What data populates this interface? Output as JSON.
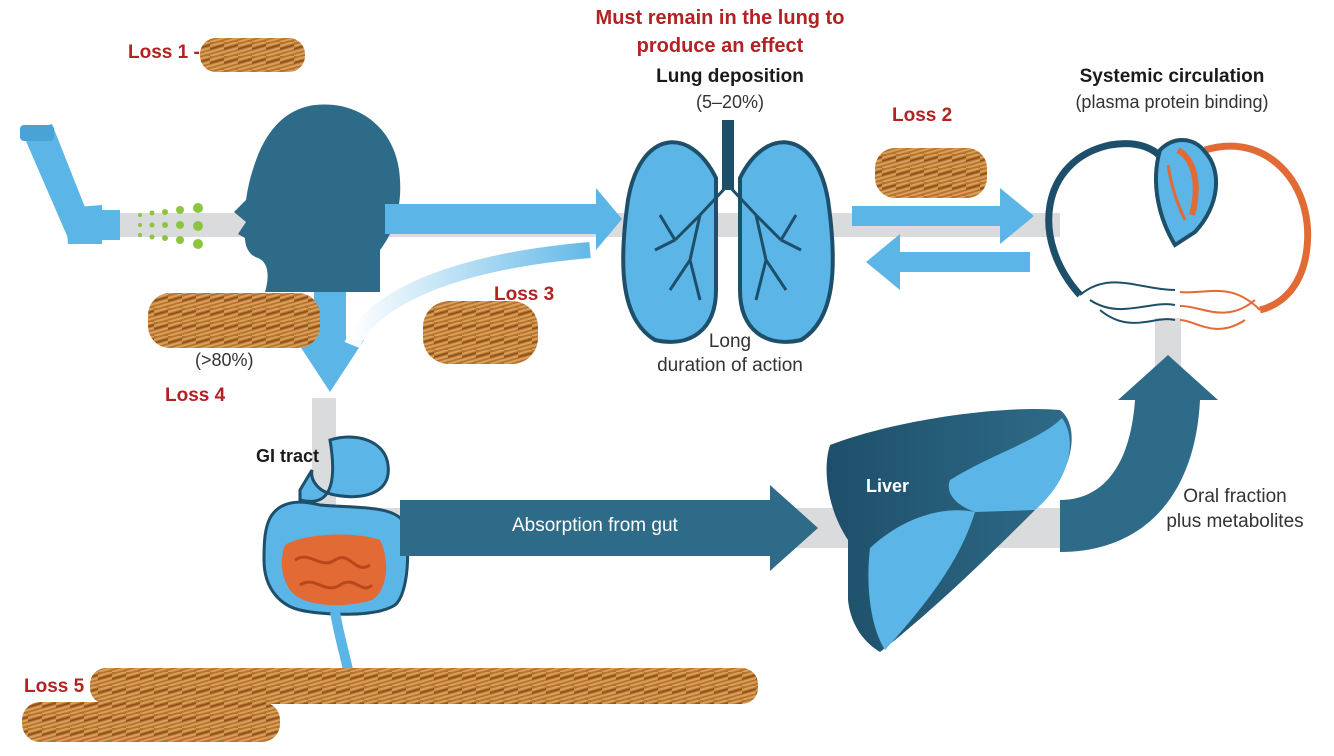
{
  "header": {
    "line1": "Must remain in the lung to",
    "line2": "produce an effect"
  },
  "losses": {
    "loss1": "Loss 1 -",
    "loss2": "Loss 2",
    "loss3": "Loss 3",
    "loss4": "Loss 4",
    "loss5": "Loss 5"
  },
  "lung": {
    "title": "Lung  deposition",
    "percent": "(5–20%)",
    "duration_line1": "Long",
    "duration_line2": "duration of action"
  },
  "systemic": {
    "title": "Systemic circulation",
    "subtitle": "(plasma protein binding)"
  },
  "swallowed": {
    "percent": "(>80%)"
  },
  "gi": {
    "title": "GI tract"
  },
  "absorption": {
    "label": "Absorption from gut"
  },
  "liver": {
    "title": "Liver"
  },
  "oral": {
    "line1": "Oral fraction",
    "line2": "plus metabolites"
  },
  "colors": {
    "light_blue": "#5bb5e6",
    "dark_teal": "#2e6b88",
    "navy": "#1e4f6a",
    "grey_track": "#d9dbdc",
    "orange": "#e26a35",
    "red_text": "#b22222",
    "redaction": "#b8742e"
  },
  "icons": [
    "inhaler-icon",
    "head-icon",
    "lungs-icon",
    "heart-icon",
    "stomach-icon",
    "intestine-icon",
    "liver-icon"
  ]
}
